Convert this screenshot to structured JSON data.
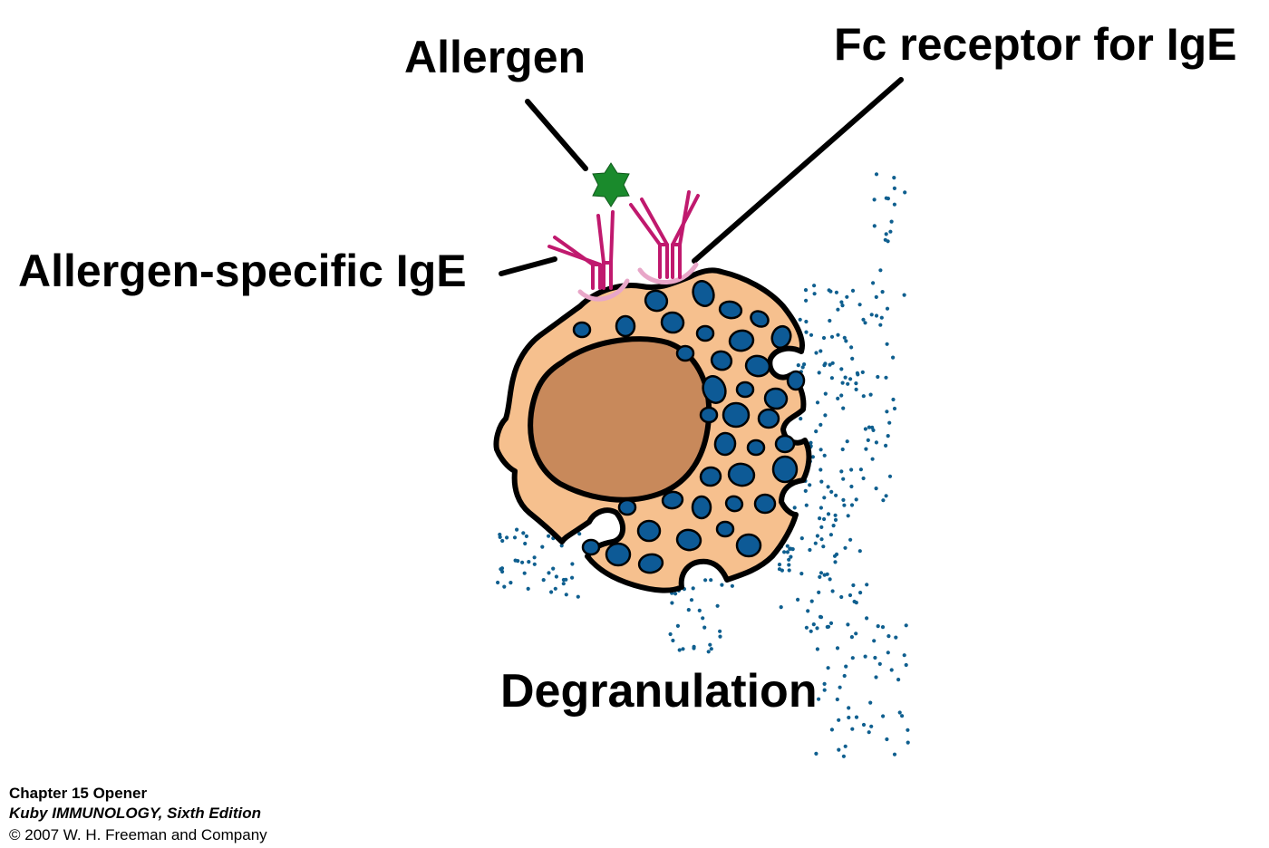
{
  "labels": {
    "allergen": "Allergen",
    "fc_receptor": "Fc receptor for IgE",
    "allergen_specific_ige": "Allergen-specific IgE",
    "degranulation": "Degranulation"
  },
  "credits": {
    "chapter": "Chapter 15 Opener",
    "book": "Kuby IMMUNOLOGY, Sixth Edition",
    "copyright": "© 2007 W. H. Freeman and Company"
  },
  "colors": {
    "cytoplasm": "#f6c08e",
    "nucleus": "#c8895b",
    "granule": "#0d5a96",
    "mediator_dots": "#0f5f8f",
    "antibody": "#c0196e",
    "fc_receptor": "#e8a6c8",
    "allergen": "#1a8a2c",
    "outline": "#000000"
  }
}
